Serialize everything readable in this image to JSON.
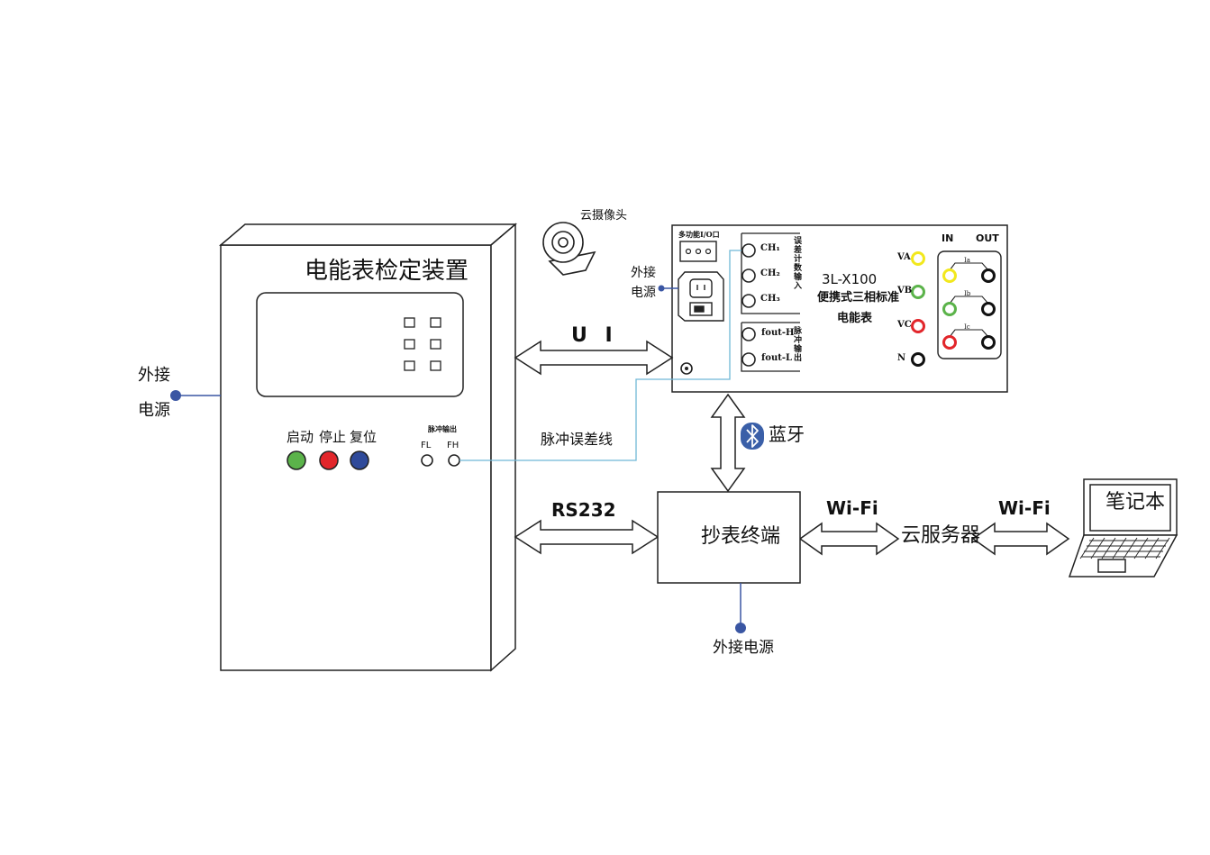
{
  "calibrator": {
    "title": "电能表检定装置",
    "ext_power_line1": "外接",
    "ext_power_line2": "电源",
    "btn_start": "启动",
    "btn_stop": "停止",
    "btn_reset": "复位",
    "pulse_out_label": "脉冲输出",
    "fl_label": "FL",
    "fh_label": "FH"
  },
  "camera": {
    "label": "云摄像头"
  },
  "standard_meter": {
    "multi_io_label": "多功能I/O口",
    "ext_power_line1": "外接",
    "ext_power_line2": "电源",
    "ch1": "CH₁",
    "ch2": "CH₂",
    "ch3": "CH₃",
    "pulse_count_input": "误差计数输入",
    "fout_h": "fout-H",
    "fout_l": "fout-L",
    "pulse_output": "脉冲输出",
    "model": "3L-X100",
    "desc_line1": "便携式三相标准",
    "desc_line2": "电能表",
    "va": "VA",
    "vb": "VB",
    "vc": "VC",
    "vn": "N",
    "in_label": "IN",
    "out_label": "OUT",
    "ia": "Ia",
    "ib": "Ib",
    "ic": "Ic"
  },
  "links": {
    "ui_label": "U I",
    "pulse_line_label": "脉冲误差线",
    "bluetooth_label": "蓝牙",
    "rs232_label": "RS232",
    "wifi1_label": "Wi-Fi",
    "wifi2_label": "Wi-Fi"
  },
  "terminal": {
    "label": "抄表终端",
    "ext_power": "外接电源"
  },
  "cloud_server": {
    "label": "云服务器"
  },
  "laptop": {
    "label": "笔记本"
  },
  "colors": {
    "green": "#5bb34a",
    "red": "#e2262b",
    "blue": "#2f4a9a",
    "yellow": "#f2e81d",
    "dot": "#3a56a3",
    "pulse_line": "#6fb8d6",
    "bluetooth": "#3a5fa8"
  }
}
